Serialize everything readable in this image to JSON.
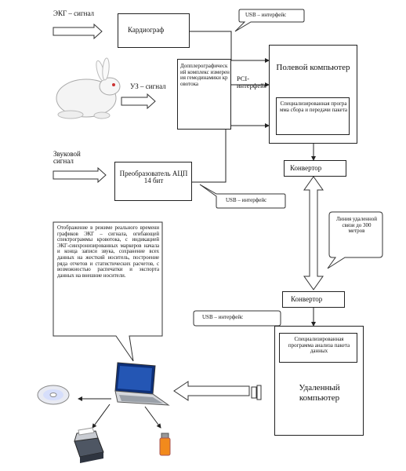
{
  "labels": {
    "ekg_signal": "ЭКГ – сигнал",
    "uz_signal": "УЗ – сигнал",
    "sound_signal": "Звуковой сигнал",
    "usb_top": "USB – интерфейс",
    "pci": "PCI- интерфейс",
    "usb_adc": "USB – интерфейс",
    "usb_bottom": "USB – интерфейс",
    "line": "Линия удаленной связи до 300 метров"
  },
  "boxes": {
    "cardiograph": "Кардиограф",
    "doppler": "Допплерографический комплекс измерения гемодинамики кровотока",
    "field_pc": "Полевой компьютер",
    "special_prog": "Специализированная программа сбора и передачи пакета",
    "converter_top": "Конвертор",
    "adc": "Преобразователь АЦП 14 бит",
    "converter_bottom": "Конвертор",
    "remote_pc": "Удаленный компьютер",
    "analysis_prog": "Специализированная программа анализа пакета данных"
  },
  "display_text": "Отображение в режиме реального времени графиков ЭКГ – сигнала, огибающей спектрограммы кровотока, с индикацией ЭКГ-синхронизированных маркеров начала и конца записи звука, сохранение всех данных на жесткий носитель, построение ряда отчетов и статистических расчетов, с возможностью распечатки и экспорта данных на внешние носители."
}
